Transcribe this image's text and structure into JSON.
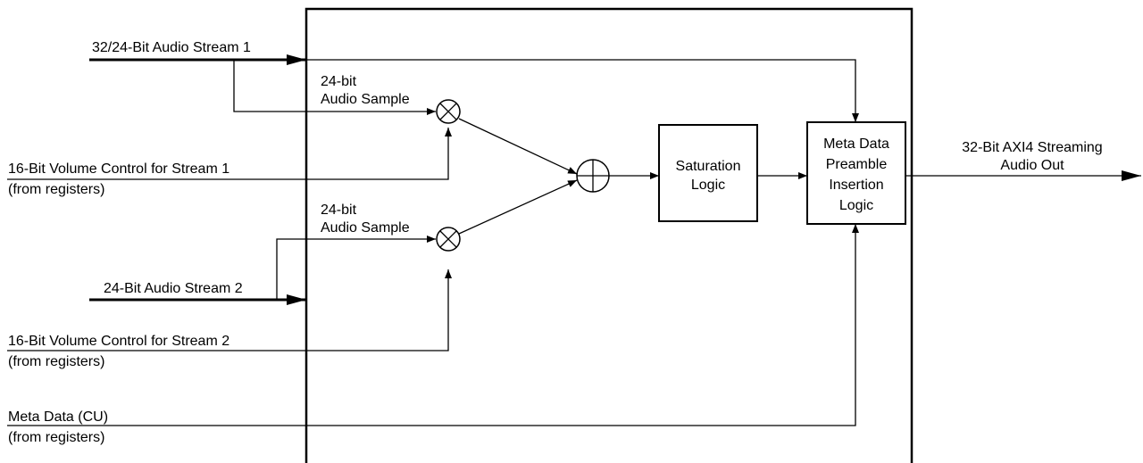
{
  "inputs": {
    "stream1": "32/24-Bit Audio Stream 1",
    "volume1": "16-Bit Volume Control for Stream 1",
    "volume1_source": "(from registers)",
    "stream2": "24-Bit Audio Stream 2",
    "volume2": "16-Bit Volume Control for Stream 2",
    "volume2_source": "(from registers)",
    "meta": "Meta Data (CU)",
    "meta_source": "(from registers)"
  },
  "samples": {
    "sample1_line1": "24-bit",
    "sample1_line2": "Audio Sample",
    "sample2_line1": "24-bit",
    "sample2_line2": "Audio Sample"
  },
  "blocks": {
    "saturation_line1": "Saturation",
    "saturation_line2": "Logic",
    "meta_line1": "Meta Data",
    "meta_line2": "Preamble",
    "meta_line3": "Insertion",
    "meta_line4": "Logic"
  },
  "output": {
    "line1": "32-Bit AXI4 Streaming",
    "line2": "Audio Out"
  }
}
